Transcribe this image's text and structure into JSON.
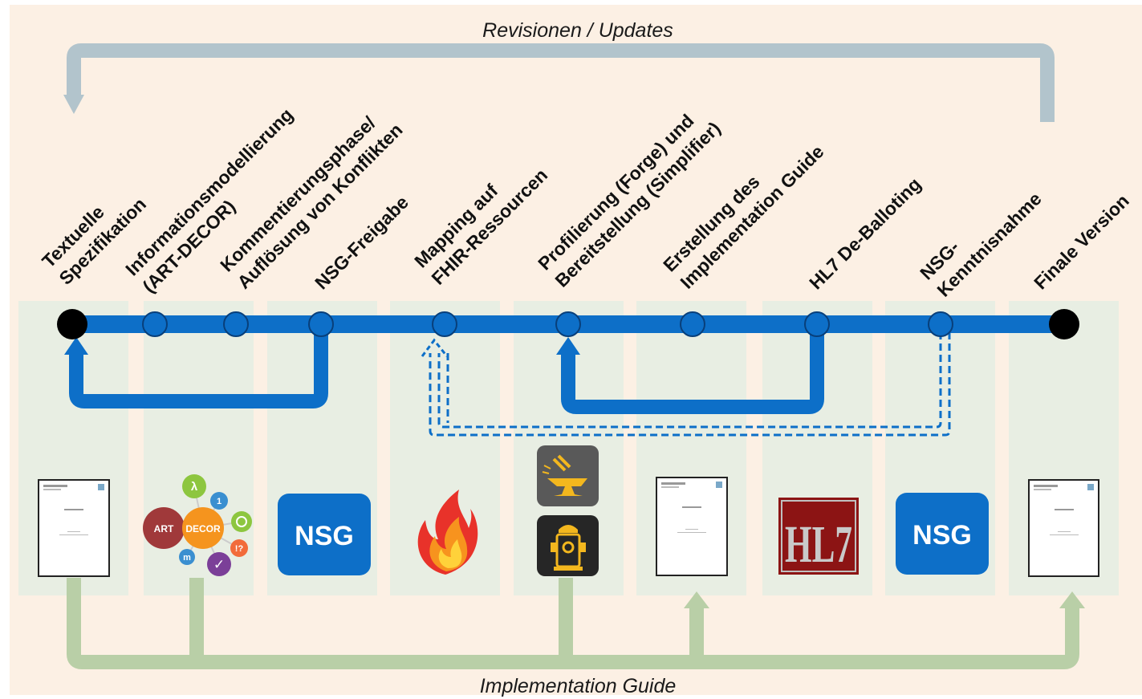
{
  "captions": {
    "top": "Revisionen / Updates",
    "bottom": "Implementation Guide"
  },
  "milestones": [
    {
      "lines": [
        "Textuelle",
        "Spezifikation"
      ]
    },
    {
      "lines": [
        "Informationsmodellierung",
        "(ART-DECOR)"
      ]
    },
    {
      "lines": [
        "Kommentierungsphase/",
        "Auflösung von Konflikten"
      ]
    },
    {
      "lines": [
        "NSG-Freigabe"
      ]
    },
    {
      "lines": [
        "Mapping auf",
        "FHIR-Ressourcen"
      ]
    },
    {
      "lines": [
        "Profilierung (Forge) und",
        "Bereitstellung (Simplifier)"
      ]
    },
    {
      "lines": [
        "Erstellung des",
        "Implementation Guide"
      ]
    },
    {
      "lines": [
        "HL7 De-Balloting"
      ]
    },
    {
      "lines": [
        "NSG-",
        "Kenntnisnahme"
      ]
    },
    {
      "lines": [
        "Finale Version"
      ]
    }
  ],
  "icons": {
    "nsg_label": "NSG",
    "hl7_label": "HL7",
    "artdecor": {
      "art": "ART",
      "decor": "DECOR",
      "lambda": "λ",
      "one": "1",
      "m": "m",
      "q": "!?",
      "check": "✓"
    }
  },
  "colors": {
    "background": "#fcf0e4",
    "panel": "#e8eee3",
    "timeline": "#0d6fc8",
    "revision_arrow": "#b2c4cc",
    "ig_arrow": "#b9cfa7",
    "nsg": "#0d6fc8"
  }
}
